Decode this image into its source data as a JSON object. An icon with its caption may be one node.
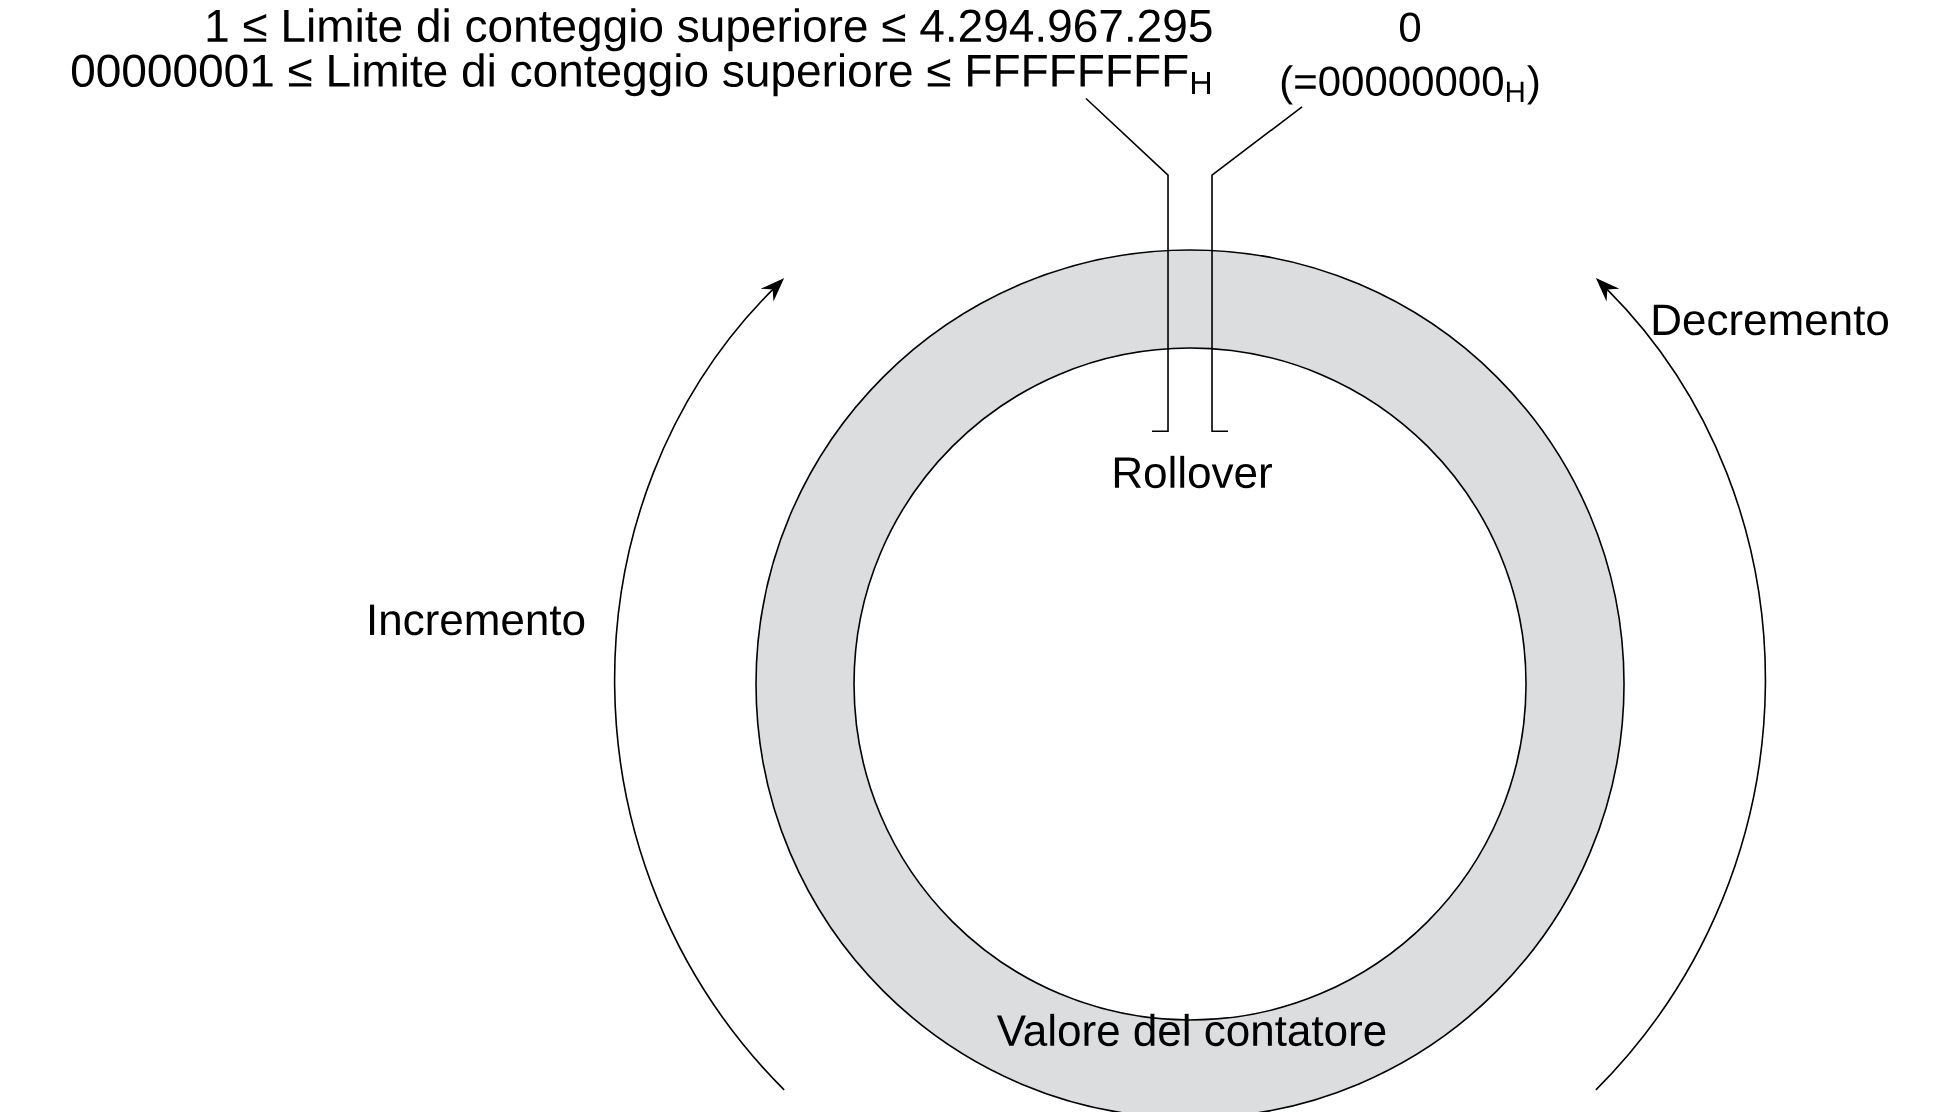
{
  "diagram": {
    "nodes": [
      {
        "text": [
          "1 ≤ Limite di conteggio superiore ≤ 4.294.967.295",
          "00000001 ≤ Limite di conteggio superiore ≤ FFFFFFFF$_{H}$"
        ]
      },
      {
        "text": [
          "0",
          "(=00000000$_{H}$)"
        ]
      },
      {
        "text": [
          "Valore del contatore"
        ]
      }
    ],
    "edges": [
      {
        "from": 0,
        "to": 2,
        "arrow": "none"
      },
      {
        "from": 1,
        "to": 2,
        "arrow": "none"
      }
    ],
    "labels": [
      "Rollover",
      "Incremento",
      "Decremento"
    ]
  }
}
